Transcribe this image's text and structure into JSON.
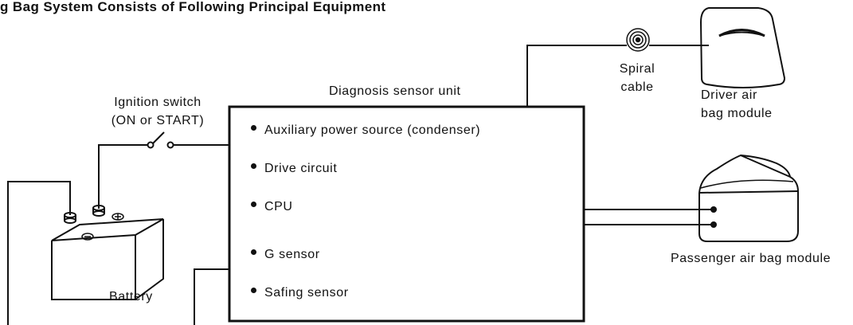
{
  "caption": "g Bag System Consists of Following Principal Equipment",
  "labels": {
    "ignition_switch": "Ignition switch",
    "ignition_state": "(ON or START)",
    "diagnosis_unit": "Diagnosis sensor unit",
    "spiral_cable_1": "Spiral",
    "spiral_cable_2": "cable",
    "driver_airbag_1": "Driver air",
    "driver_airbag_2": "bag module",
    "passenger_airbag": "Passenger air bag module",
    "battery": "Battery"
  },
  "unit_items": [
    "Auxiliary power source (condenser)",
    "Drive circuit",
    "CPU",
    "G sensor",
    "Safing sensor"
  ]
}
